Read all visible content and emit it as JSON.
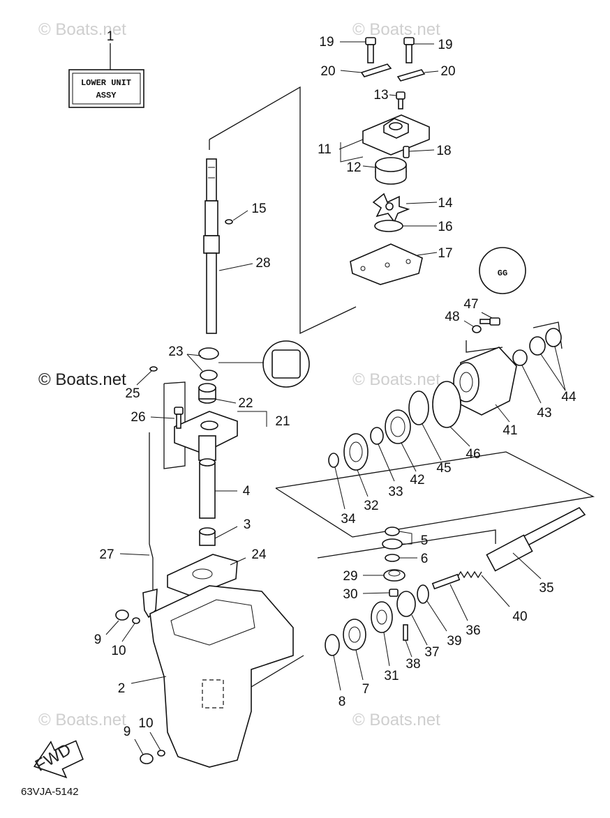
{
  "watermarks": [
    "© Boats.net",
    "© Boats.net",
    "© Boats.net",
    "© Boats.net",
    "© Boats.net",
    "© Boats.net"
  ],
  "callout_box": {
    "line1": "LOWER UNIT",
    "line2": "ASSY"
  },
  "fwd_label": "FWD",
  "diagram_code": "63VJA-5142",
  "grease_symbol": "GG",
  "parts": [
    "1",
    "19",
    "19",
    "20",
    "20",
    "13",
    "11",
    "18",
    "12",
    "14",
    "16",
    "17",
    "15",
    "28",
    "47",
    "48",
    "23",
    "25",
    "22",
    "21",
    "26",
    "44",
    "43",
    "41",
    "46",
    "45",
    "42",
    "33",
    "32",
    "34",
    "4",
    "3",
    "27",
    "24",
    "5",
    "6",
    "29",
    "30",
    "35",
    "40",
    "36",
    "39",
    "37",
    "38",
    "31",
    "7",
    "8",
    "9",
    "10",
    "2",
    "10",
    "9"
  ]
}
